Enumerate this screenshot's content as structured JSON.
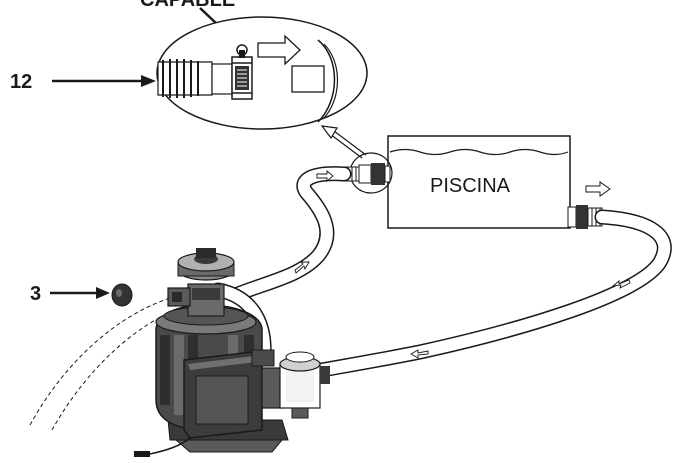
{
  "labels": {
    "top_cut_label": "CAPABLE",
    "part_12": "12",
    "part_3": "3",
    "pool": "PISCINA"
  }
}
